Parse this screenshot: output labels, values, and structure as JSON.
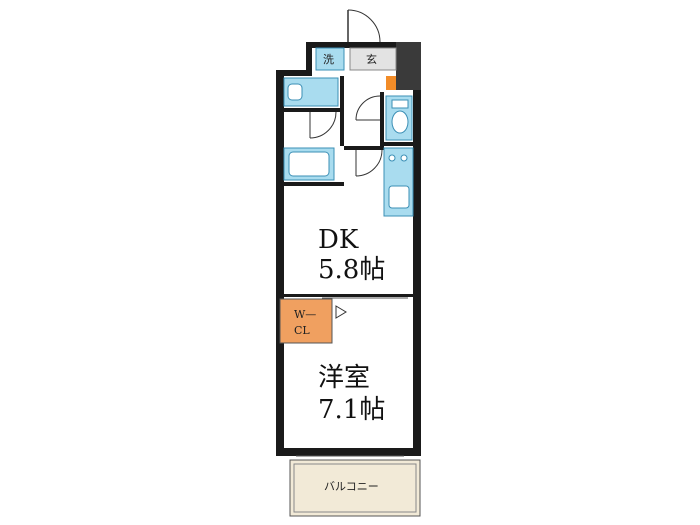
{
  "rooms": {
    "dk": {
      "name": "DK",
      "size": "5.8帖"
    },
    "western": {
      "name": "洋室",
      "size": "7.1帖"
    },
    "wcl": {
      "line1": "W—",
      "line2": "CL"
    },
    "balcony": "バルコニー",
    "entrance": "玄",
    "washer": "洗"
  },
  "colors": {
    "wall": "#1a1a1a",
    "fixture": "#a9dcef",
    "fixture_stroke": "#3b8fb5",
    "wcl": "#f0a060",
    "balcony_fill": "#f2ead7",
    "accent": "#f28c28"
  }
}
